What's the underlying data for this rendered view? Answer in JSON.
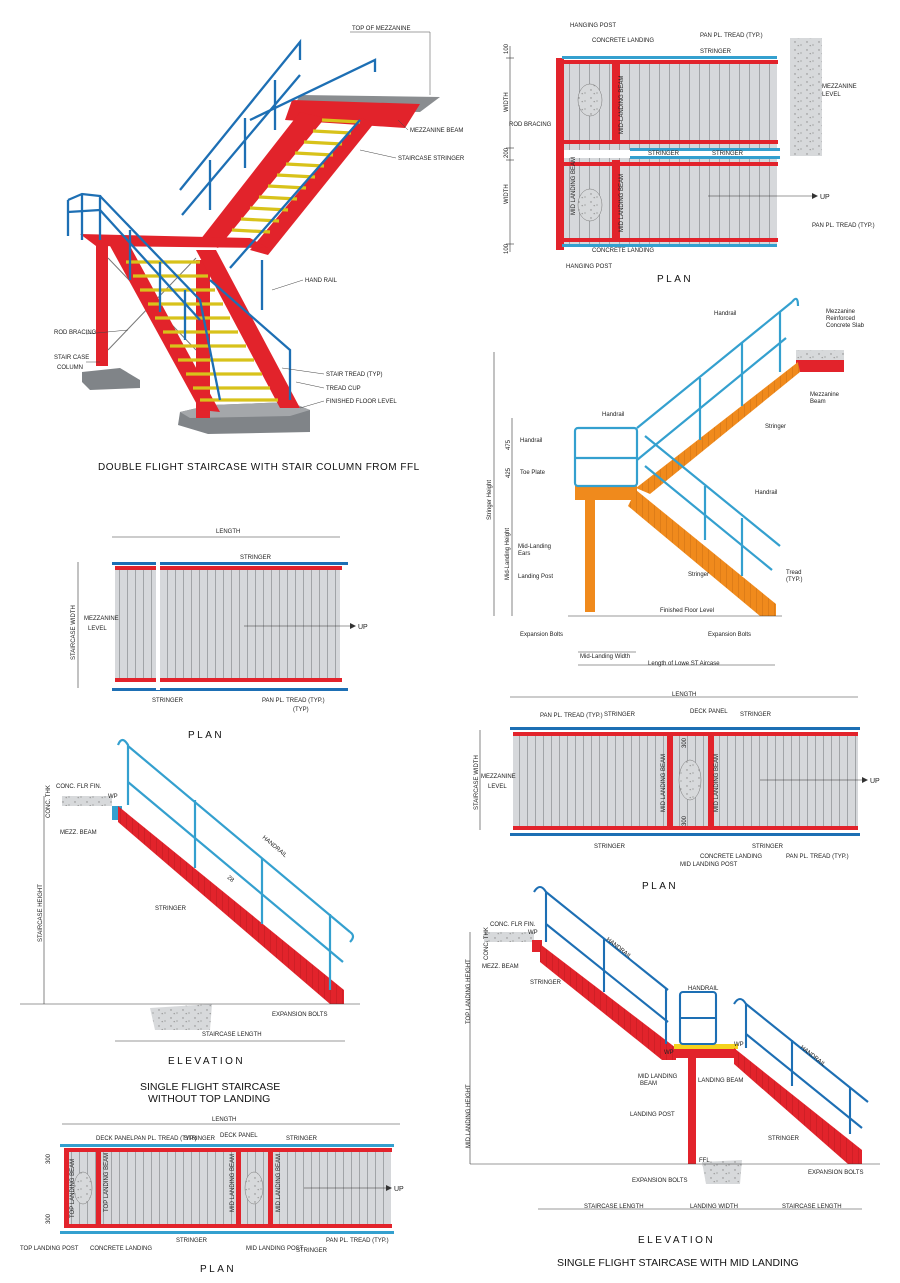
{
  "iso": {
    "top_of_mezzanine": "TOP OF MEZZANINE",
    "mezzanine_beam": "MEZZANINE BEAM",
    "staircase_stringer": "STAIRCASE STRINGER",
    "hand_rail": "HAND RAIL",
    "rod_bracing": "ROD BRACING",
    "stair_case": "STAIR CASE",
    "column": "COLUMN",
    "stair_tread": "STAIR TREAD (TYP)",
    "tread_cup": "TREAD CUP",
    "finished_floor_level": "FINISHED FLOOR LEVEL",
    "caption": "DOUBLE FLIGHT STAIRCASE WITH STAIR COLUMN FROM FFL"
  },
  "plan_double": {
    "hanging_post_top": "HANGING POST",
    "concrete_landing_top": "CONCRETE LANDING",
    "pan_tread_top": "PAN PL. TREAD (TYP.)",
    "stringer_top": "STRINGER",
    "mezzanine": "MEZZANINE",
    "level": "LEVEL",
    "rod_bracing": "ROD BRACING",
    "width_top": "WIDTH",
    "width_bottom": "WIDTH",
    "dim_100_top": "100",
    "dim_200": "200",
    "dim_100_bottom": "100",
    "mid_landing_beam_a": "MID-LANDING BEAM",
    "mid_landing_beam_b": "MID LANDING BEAM",
    "mid_landing_beam_c": "MID LANDING BEAM",
    "stringer_mid_1": "STRINGER",
    "stringer_mid_2": "STRINGER",
    "up": "UP",
    "pan_tread_right": "PAN PL. TREAD (TYP.)",
    "concrete_landing_bottom": "CONCRETE LANDING",
    "hanging_post_bottom": "HANGING POST",
    "caption": "PLAN"
  },
  "elev_mid": {
    "handrail_top": "Handrail",
    "mezz_slab_1": "Mezzanine",
    "mezz_slab_2": "Reinforced",
    "mezz_slab_3": "Concrete Slab",
    "mezz_beam_1": "Mezzanine",
    "mezz_beam_2": "Beam",
    "handrail_mid": "Handrail",
    "stringer_upper": "Stringer",
    "handrail_left": "Handrail",
    "dim_475": "475",
    "dim_425": "425",
    "toe_plate": "Toe Plate",
    "handrail_right": "Handrail",
    "stringer_height": "Stringer Height",
    "mid_landing_height": "Mid-Landing Height",
    "mid_landing_ears_1": "Mid-Landing",
    "mid_landing_ears_2": "Ears",
    "landing_post": "Landing Post",
    "stringer_lower": "Stringer",
    "tread_1": "Tread",
    "tread_2": "(TYP.)",
    "finished_floor_level": "Finished Floor Level",
    "expansion_bolts_left": "Expansion Bolts",
    "expansion_bolts_right": "Expansion Bolts",
    "mid_landing_width": "Mid-Landing Width",
    "length_lower": "Length of Lowe ST Aircase"
  },
  "plan_single": {
    "length": "LENGTH",
    "stringer_top": "STRINGER",
    "staircase_width": "STAIRCASE WIDTH",
    "mezzanine": "MEZZANINE",
    "level": "LEVEL",
    "up": "UP",
    "stringer_bottom": "STRINGER",
    "pan_tread": "PAN PL. TREAD (TYP.)",
    "typ": "(TYP)",
    "caption": "PLAN"
  },
  "plan_mid": {
    "length": "LENGTH",
    "pan_tread_top": "PAN PL. TREAD (TYP.)",
    "stringer_top_1": "STRINGER",
    "deck_panel": "DECK PANEL",
    "stringer_top_2": "STRINGER",
    "staircase_width": "STAIRCASE WIDTH",
    "mezzanine": "MEZZANINE",
    "level": "LEVEL",
    "mid_landing_beam_l": "MID LANDING BEAM",
    "mid_landing_beam_r": "MID LANDING BEAM",
    "dim_300_top": "300",
    "dim_300_bottom": "300",
    "up": "UP",
    "stringer_bottom_1": "STRINGER",
    "concrete_landing": "CONCRETE LANDING",
    "mid_landing_post": "MID LANDING POST",
    "stringer_bottom_2": "STRINGER",
    "pan_tread_bottom": "PAN PL. TREAD (TYP.)",
    "caption": "PLAN"
  },
  "elev_single": {
    "conc_flr_fin": "CONC. FLR FIN.",
    "wp": "WP",
    "conc_thk": "CONC. THK",
    "mezz_beam": "MEZZ. BEAM",
    "handrail": "HANDRAIL",
    "stringer": "STRINGER",
    "slope": "28",
    "staircase_height": "STAIRCASE HEIGHT",
    "expansion_bolts": "EXPANSION BOLTS",
    "staircase_length": "STAIRCASE LENGTH",
    "caption": "ELEVATION",
    "title_1": "SINGLE FLIGHT STAIRCASE",
    "title_2": "WITHOUT TOP LANDING"
  },
  "elev_mid_single": {
    "conc_flr_fin": "CONC. FLR FIN.",
    "wp_top": "WP",
    "conc_thk": "CONC. THK",
    "mezz_beam": "MEZZ. BEAM",
    "handrail_1": "HANDRAIL",
    "stringer_1": "STRINGER",
    "top_landing_height": "TOP LANDING HEIGHT",
    "handrail_2": "HANDRAIL",
    "wp_left": "WP",
    "wp_right": "WP",
    "mid_landing_1": "MID LANDING",
    "mid_landing_2": "BEAM",
    "landing_beam": "LANDING BEAM",
    "handrail_3": "HANDRAIL",
    "landing_post": "LANDING POST",
    "mid_landing_height": "MID LANDING HEIGHT",
    "stringer_2": "STRINGER",
    "ffl": "FFL",
    "expansion_bolts_1": "EXPANSION BOLTS",
    "expansion_bolts_2": "EXPANSION BOLTS",
    "staircase_length_1": "STAIRCASE LENGTH",
    "landing_width": "LANDING WIDTH",
    "staircase_length_2": "STAIRCASE LENGTH",
    "caption": "ELEVATION",
    "title": "SINGLE FLIGHT STAIRCASE WITH MID LANDING"
  },
  "plan_top": {
    "length": "LENGTH",
    "deck_panel_1": "DECK PANEL",
    "pan_tread": "PAN PL. TREAD (TYP.)",
    "stringer_1": "STRINGER",
    "deck_panel_2": "DECK PANEL",
    "stringer_2": "STRINGER",
    "dim_300_top": "300",
    "dim_300_bottom": "300",
    "top_landing_beam_a": "TOP LANDING BEAM",
    "top_landing_beam_b": "TOP LANDING BEAM",
    "mid_landing_beam_a": "MID LANDING BEAM",
    "mid_landing_beam_b": "MID LANDING BEAM",
    "up": "UP",
    "top_landing_post": "TOP LANDING POST",
    "concrete_landing": "CONCRETE LANDING",
    "stringer_3": "STRINGER",
    "mid_landing_post": "MID LANDING POST",
    "stringer_4": "STRINGER",
    "pan_tread_bottom": "PAN PL. TREAD (TYP.)",
    "caption": "PLAN"
  },
  "colors": {
    "red": "#e2232b",
    "blue": "#1d6fb4",
    "cyan": "#34a0cf",
    "orange": "#f08a1c",
    "yellow": "#f4d21c",
    "grey": "#d4d6d9"
  }
}
